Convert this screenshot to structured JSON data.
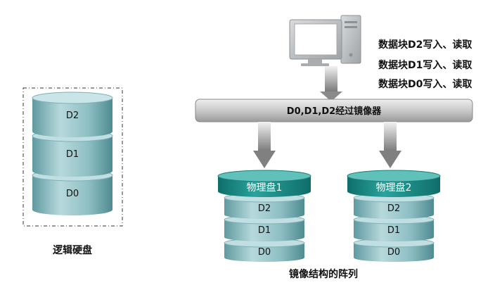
{
  "computer": {
    "icon": "desktop-computer-icon",
    "ops": [
      "数据块D2写入、读取",
      "数据块D1写入、读取",
      "数据块D0写入、读取"
    ]
  },
  "mirror_bar": {
    "label": "D0,D1,D2经过镜像器"
  },
  "logical_disk": {
    "layers": [
      "D2",
      "D1",
      "D0"
    ],
    "caption": "逻辑硬盘"
  },
  "physical_disks": [
    {
      "header": "物理盘1",
      "layers": [
        "D2",
        "D1",
        "D0"
      ]
    },
    {
      "header": "物理盘2",
      "layers": [
        "D2",
        "D1",
        "D0"
      ]
    }
  ],
  "caption": "镜像结构的阵列",
  "colors": {
    "disk_body": "#9ec7cb",
    "disk_body_dark": "#5e9aa0",
    "disk_header": "#1d8c86",
    "bar": "#c8c8c8",
    "arrow": "#8a8a8a",
    "computer": "#b5b8bb"
  }
}
